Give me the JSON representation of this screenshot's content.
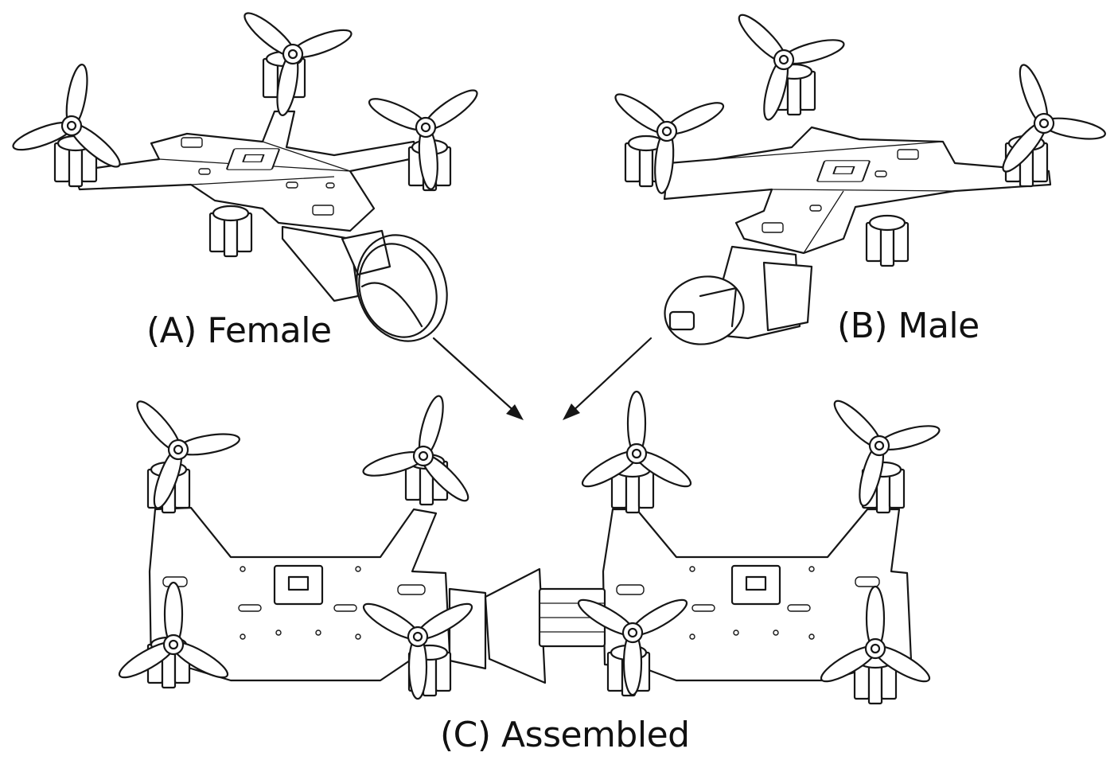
{
  "labels": {
    "female": "(A) Female",
    "male": "(B) Male",
    "assembled": "(C) Assembled"
  },
  "colors": {
    "line": "#161616",
    "background": "#ffffff"
  }
}
